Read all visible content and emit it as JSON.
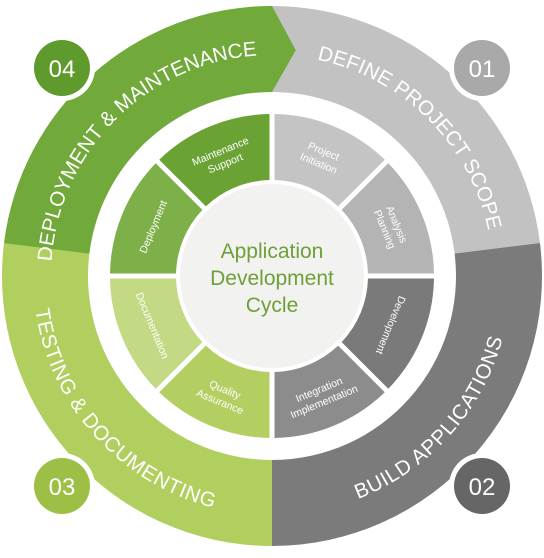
{
  "center": {
    "lines": [
      "Application",
      "Development",
      "Cycle"
    ]
  },
  "phases": [
    {
      "number": "01",
      "label": "DEFINE PROJECT SCOPE",
      "color": "#c2c2c2",
      "badge_color": "#a9a9a9",
      "tasks": [
        {
          "lines": [
            "Project",
            "Initiation"
          ],
          "color": "#c4c4c4"
        },
        {
          "lines": [
            "Analysis",
            "Planning"
          ],
          "color": "#b4b4b4"
        }
      ]
    },
    {
      "number": "02",
      "label": "BUILD APPLICATIONS",
      "color": "#7b7b7b",
      "badge_color": "#666666",
      "tasks": [
        {
          "lines": [
            "Development"
          ],
          "color": "#7a7a7a"
        },
        {
          "lines": [
            "Integration",
            "Implementation"
          ],
          "color": "#8c8c8c"
        }
      ]
    },
    {
      "number": "03",
      "label": "TESTING & DOCUMENTING",
      "color": "#b1cf5f",
      "badge_color": "#9dbf46",
      "tasks": [
        {
          "lines": [
            "Quality",
            "Assurance"
          ],
          "color": "#b3cf62"
        },
        {
          "lines": [
            "Documentation"
          ],
          "color": "#c3d983"
        }
      ]
    },
    {
      "number": "04",
      "label": "DEPLOYMENT & MAINTENANCE",
      "color": "#71a93a",
      "badge_color": "#5f9a2c",
      "tasks": [
        {
          "lines": [
            "Deployment"
          ],
          "color": "#7eb04a"
        },
        {
          "lines": [
            "Maintenance",
            "Support"
          ],
          "color": "#6aa334"
        }
      ]
    }
  ]
}
